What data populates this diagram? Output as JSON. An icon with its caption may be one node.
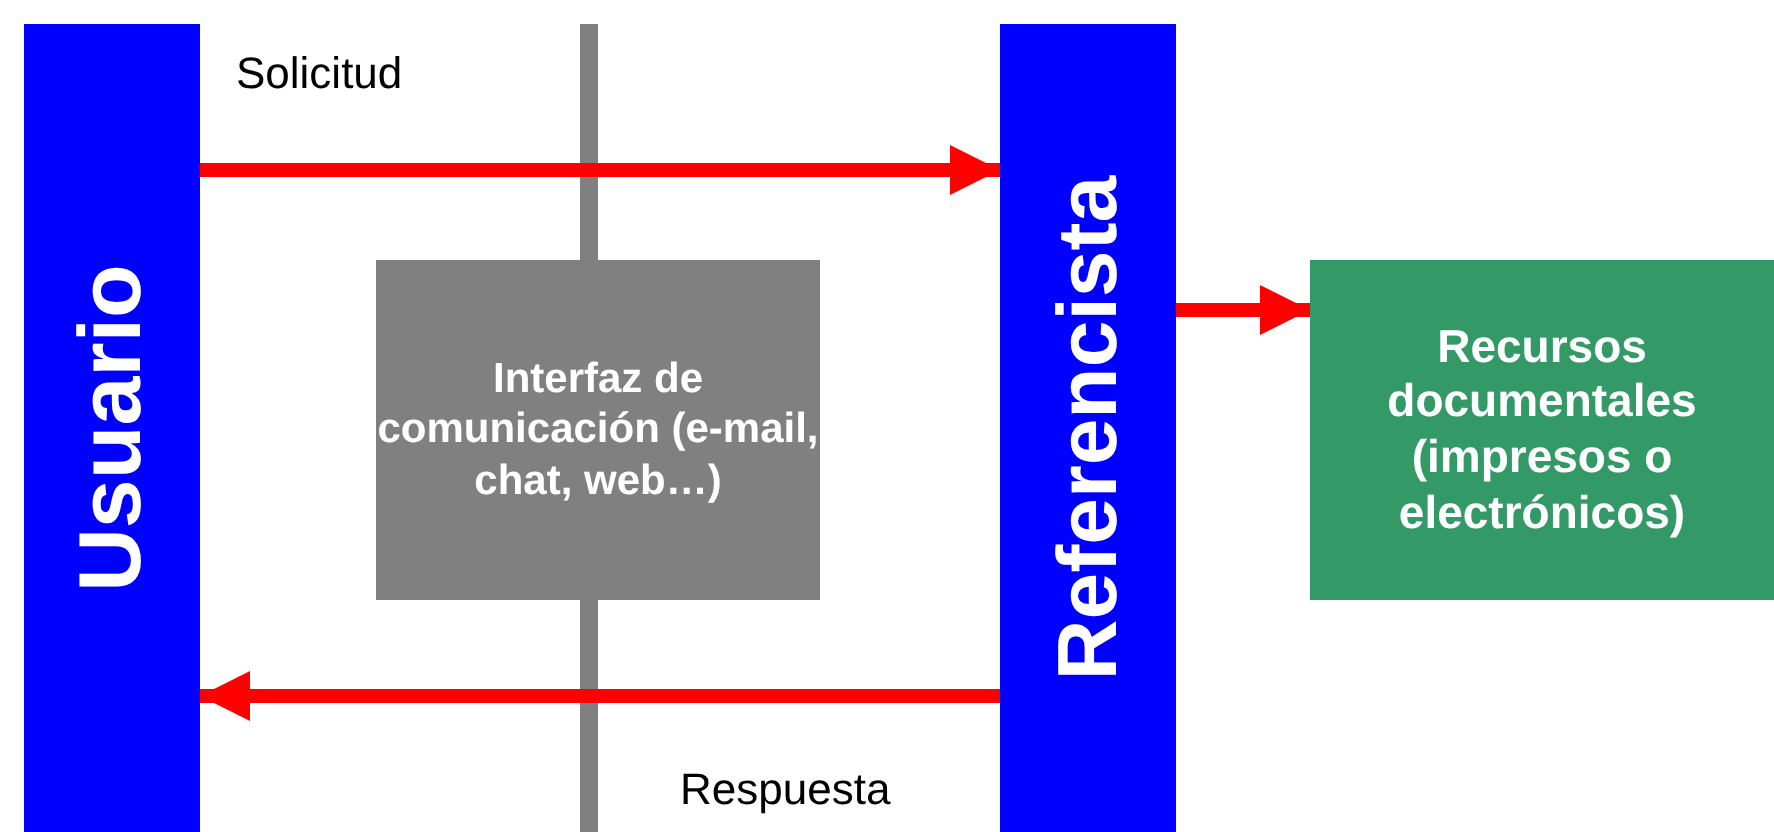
{
  "diagram": {
    "nodes": [
      {
        "text": [
          "Usuario"
        ]
      },
      {
        "text": [
          "Interfaz de comunicación (e-mail, chat, web…)"
        ]
      },
      {
        "text": [
          "Referencista"
        ]
      },
      {
        "text": [
          "Recursos documentales (impresos o electrónicos)"
        ]
      }
    ],
    "edges": [
      {
        "from": 0,
        "to": 2,
        "arrow": "to",
        "label": "Solicitud"
      },
      {
        "from": 2,
        "to": 0,
        "arrow": "to",
        "label": "Respuesta"
      },
      {
        "from": 2,
        "to": 3,
        "arrow": "to"
      }
    ]
  }
}
